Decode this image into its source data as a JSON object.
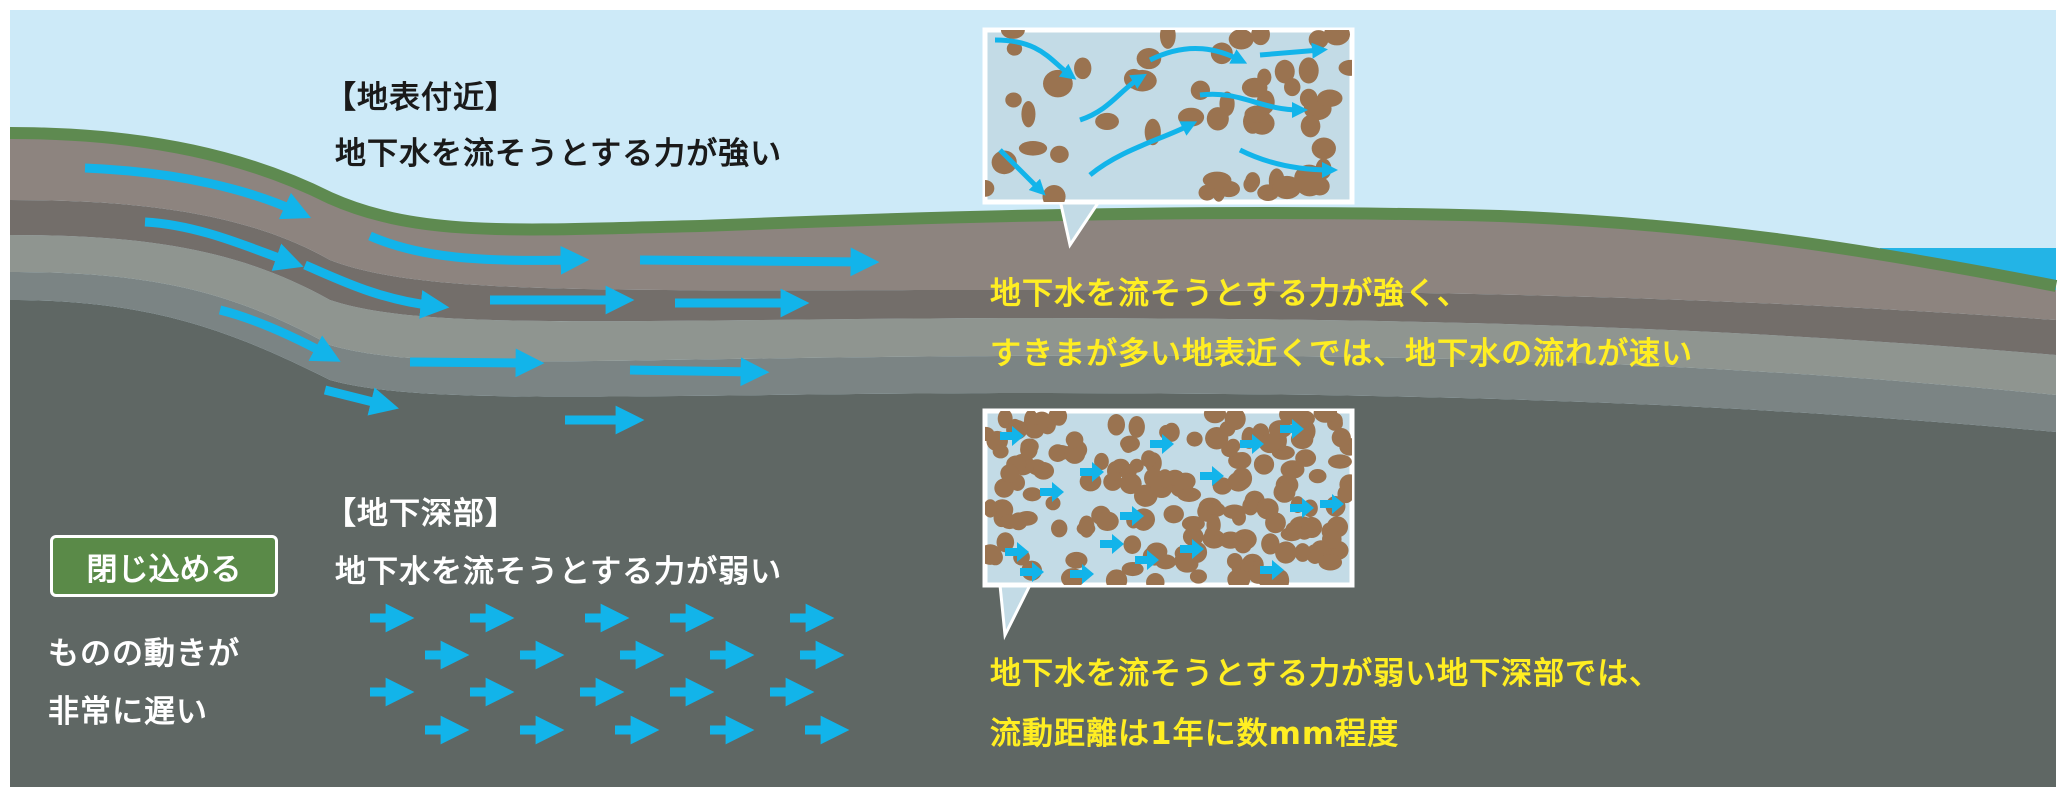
{
  "colors": {
    "sky": "#cdeaf8",
    "grass": "#5e8a50",
    "layer1": "#8d847f",
    "layer2": "#736e6a",
    "layer3": "#8f9590",
    "layer4": "#7b8484",
    "deep": "#5f6764",
    "sea": "#23b4e6",
    "arrow": "#12b4ea",
    "grain": "#9a7350",
    "pore": "#c3dbe6",
    "highlight_text": "#ffee22",
    "badge": "#5a8a48"
  },
  "surface": {
    "heading": "【地表付近】",
    "subheading": "地下水を流そうとする力が強い",
    "callout_line1": "地下水を流そうとする力が強く、",
    "callout_line2": "すきまが多い地表近くでは、地下水の流れが速い"
  },
  "deep": {
    "heading": "【地下深部】",
    "subheading": "地下水を流そうとする力が弱い",
    "callout_line1": "地下水を流そうとする力が弱い地下深部では、",
    "callout_line2": "流動距離は1年に数mm程度"
  },
  "containment": {
    "badge": "閉じ込める",
    "line1": "ものの動きが",
    "line2": "非常に遅い"
  }
}
